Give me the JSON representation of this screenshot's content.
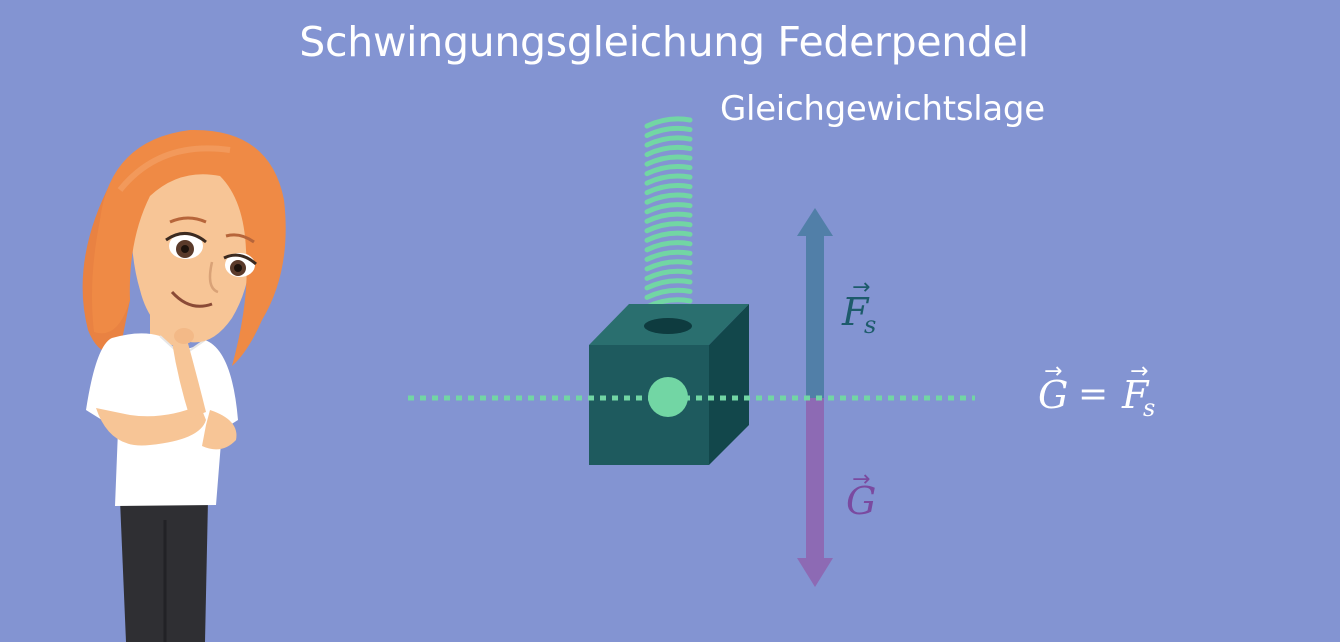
{
  "slide": {
    "title": "Schwingungsgleichung Federpendel",
    "subtitle": "Gleichgewichtslage"
  },
  "labels": {
    "spring_force": {
      "symbol": "F",
      "subscript": "s",
      "color": "#1d5b6b"
    },
    "gravity": {
      "symbol": "G",
      "color": "#7a4aa0"
    },
    "equation": {
      "left": "G",
      "operator": "=",
      "right": "F",
      "right_subscript": "s",
      "color": "#ffffff"
    }
  },
  "colors": {
    "background": "#8394d2",
    "spring": "#72d6a4",
    "mass_front": "#1e5a5e",
    "mass_top": "#2a6f6f",
    "mass_side": "#12474b",
    "arrow_up": "#517fa8",
    "arrow_down": "#8d6ab4",
    "equilibrium_line": "#72d6a4"
  },
  "icons": {
    "character": "cartoon-woman-thinking",
    "mass": "cube-block",
    "spring": "coil-spring"
  }
}
